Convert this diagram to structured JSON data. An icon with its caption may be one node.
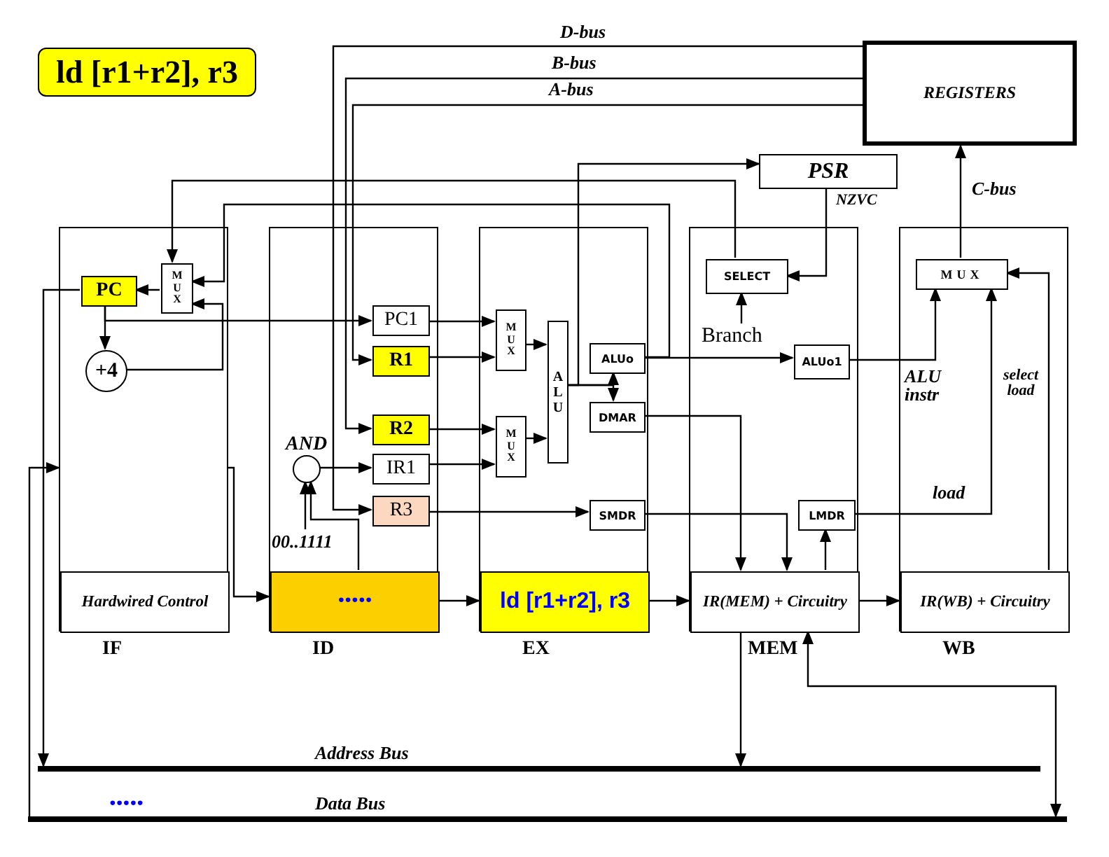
{
  "diagram": {
    "nodes": [
      {
        "text": [
          "ld [r1+r2], r3"
        ]
      },
      {
        "text": [
          "REGISTERS"
        ]
      },
      {
        "text": [
          "PSR"
        ]
      },
      {
        "text": [
          "IF"
        ]
      },
      {
        "text": [
          "PC"
        ],
        "in": 3
      },
      {
        "text": [
          "MUX"
        ],
        "in": 3
      },
      {
        "text": [
          "+4"
        ],
        "in": 3
      },
      {
        "text": [
          "Hardwired Control"
        ],
        "in": 3
      },
      {
        "text": [
          "ID"
        ]
      },
      {
        "text": [
          "PC1"
        ],
        "in": 8
      },
      {
        "text": [
          "R1"
        ],
        "in": 8
      },
      {
        "text": [
          "R2"
        ],
        "in": 8
      },
      {
        "text": [
          "AND"
        ],
        "in": 8
      },
      {
        "text": [
          "IR1"
        ],
        "in": 8
      },
      {
        "text": [
          "R3"
        ],
        "in": 8
      },
      {
        "text": [
          "00..1111"
        ],
        "in": 8
      },
      {
        "text": [
          "•••••"
        ],
        "in": 8
      },
      {
        "text": [
          "EX"
        ]
      },
      {
        "text": [
          "MUX"
        ],
        "in": 17
      },
      {
        "text": [
          "MUX"
        ],
        "in": 17
      },
      {
        "text": [
          "ALU"
        ],
        "in": 17
      },
      {
        "text": [
          "ALUo"
        ],
        "in": 17
      },
      {
        "text": [
          "DMAR"
        ],
        "in": 17
      },
      {
        "text": [
          "SMDR"
        ],
        "in": 17
      },
      {
        "text": [
          "ld [r1+r2], r3"
        ],
        "in": 17
      },
      {
        "text": [
          "MEM"
        ]
      },
      {
        "text": [
          "SELECT"
        ],
        "in": 25
      },
      {
        "text": [
          "Branch"
        ],
        "in": 25
      },
      {
        "text": [
          "ALUo1"
        ],
        "in": 25
      },
      {
        "text": [
          "LMDR"
        ],
        "in": 25
      },
      {
        "text": [
          "IR(MEM) + Circuitry"
        ],
        "in": 25
      },
      {
        "text": [
          "WB"
        ]
      },
      {
        "text": [
          "MUX"
        ],
        "in": 31
      },
      {
        "text": [
          "IR(WB) + Circuitry"
        ],
        "in": 31
      },
      {
        "text": [
          "Address Bus"
        ]
      },
      {
        "text": [
          "Data Bus"
        ]
      }
    ],
    "edges": [
      {
        "from": 1,
        "to": 10,
        "arrow": "to",
        "label": "A-bus"
      },
      {
        "from": 1,
        "to": 11,
        "arrow": "to",
        "label": "B-bus"
      },
      {
        "from": 1,
        "to": 14,
        "arrow": "to",
        "label": "D-bus"
      },
      {
        "from": 26,
        "to": 5,
        "arrow": "to"
      },
      {
        "from": 21,
        "to": 5,
        "arrow": "to"
      },
      {
        "from": 5,
        "to": 4,
        "arrow": "to"
      },
      {
        "from": 4,
        "to": 6,
        "arrow": "to"
      },
      {
        "from": 6,
        "to": 5,
        "arrow": "to"
      },
      {
        "from": 4,
        "to": 9,
        "arrow": "to"
      },
      {
        "from": 4,
        "to": 34,
        "arrow": "to"
      },
      {
        "from": 35,
        "to": 3,
        "arrow": "to"
      },
      {
        "from": 3,
        "to": 16,
        "arrow": "to"
      },
      {
        "from": 9,
        "to": 18,
        "arrow": "to"
      },
      {
        "from": 10,
        "to": 18,
        "arrow": "to"
      },
      {
        "from": 11,
        "to": 19,
        "arrow": "to"
      },
      {
        "from": 13,
        "to": 19,
        "arrow": "to"
      },
      {
        "from": 18,
        "to": 20,
        "arrow": "to"
      },
      {
        "from": 19,
        "to": 20,
        "arrow": "to"
      },
      {
        "from": 12,
        "to": 13,
        "arrow": "to"
      },
      {
        "from": 15,
        "to": 12,
        "arrow": "to"
      },
      {
        "from": 16,
        "to": 12,
        "arrow": "to"
      },
      {
        "from": 14,
        "to": 23,
        "arrow": "to"
      },
      {
        "from": 20,
        "to": 21,
        "arrow": "to"
      },
      {
        "from": 20,
        "to": 22,
        "arrow": "to"
      },
      {
        "from": 20,
        "to": 2,
        "arrow": "to"
      },
      {
        "from": 2,
        "to": 26,
        "arrow": "to",
        "label": "NZVC"
      },
      {
        "from": 27,
        "to": 26,
        "arrow": "to"
      },
      {
        "from": 21,
        "to": 28,
        "arrow": "to"
      },
      {
        "from": 28,
        "to": 32,
        "arrow": "to",
        "label": "ALU instr"
      },
      {
        "from": 29,
        "to": 32,
        "arrow": "to",
        "label": "load"
      },
      {
        "from": 33,
        "to": 32,
        "arrow": "to",
        "label": "select load"
      },
      {
        "from": 32,
        "to": 1,
        "arrow": "to",
        "label": "C-bus"
      },
      {
        "from": 22,
        "to": 30,
        "arrow": "to"
      },
      {
        "from": 23,
        "to": 30,
        "arrow": "to"
      },
      {
        "from": 30,
        "to": 29,
        "arrow": "to"
      },
      {
        "from": 16,
        "to": 24,
        "arrow": "to"
      },
      {
        "from": 24,
        "to": 30,
        "arrow": "to"
      },
      {
        "from": 30,
        "to": 33,
        "arrow": "to"
      },
      {
        "from": 30,
        "to": 34,
        "arrow": "to"
      },
      {
        "from": 35,
        "to": 30,
        "arrow": "both"
      }
    ],
    "labels": [
      "•••••"
    ]
  }
}
